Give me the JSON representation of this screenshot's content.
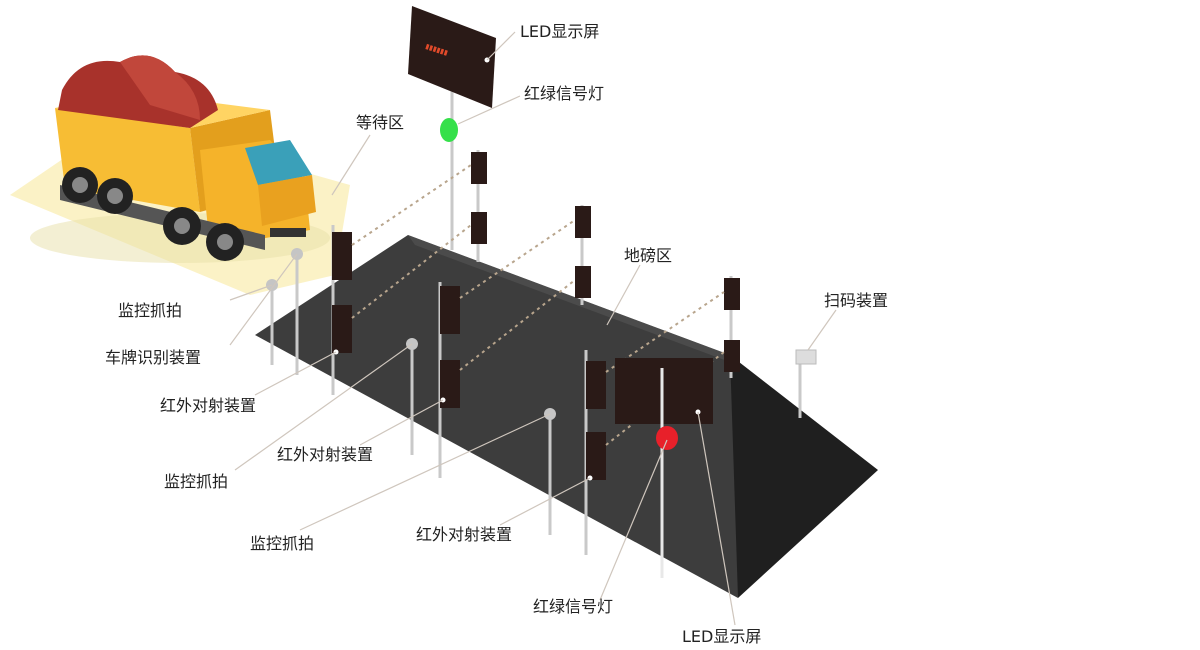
{
  "labels": {
    "led_top": "LED显示屏",
    "signal_top": "红绿信号灯",
    "waiting_area": "等待区",
    "scale_area": "地磅区",
    "scanner": "扫码装置",
    "camera_1": "监控抓拍",
    "plate_recognition": "车牌识别装置",
    "infrared_1": "红外对射装置",
    "camera_2": "监控抓拍",
    "infrared_2": "红外对射装置",
    "camera_3": "监控抓拍",
    "infrared_3": "红外对射装置",
    "signal_bottom": "红绿信号灯",
    "led_bottom": "LED显示屏"
  },
  "colors": {
    "scale_platform": "#3a3a3a",
    "ramp": "#1f1f1f",
    "waiting_zone": "#fbf2c6",
    "truck_body": "#f5b32a",
    "truck_cargo": "#a8322b",
    "green_light": "#35e04a",
    "red_light": "#e8202a",
    "led_panel": "#2a1a17"
  },
  "icons": [
    "dump-truck-icon",
    "led-screen-icon",
    "traffic-light-icon",
    "camera-icon",
    "infrared-sensor-icon",
    "license-plate-camera-icon",
    "barcode-scanner-icon"
  ]
}
